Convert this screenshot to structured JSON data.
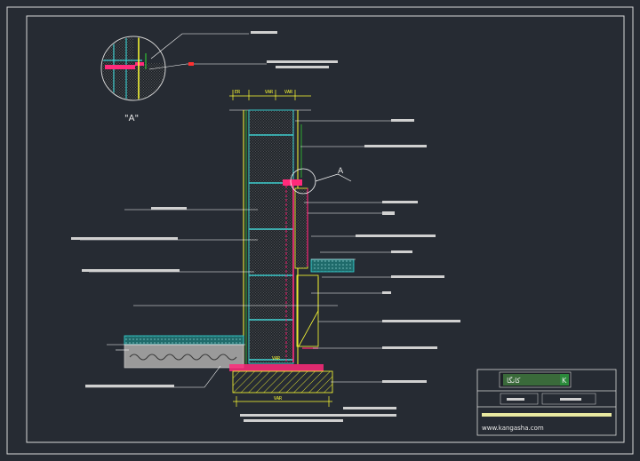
{
  "drawing": {
    "detail_tag": "\"A\"",
    "section_marker": "A",
    "dimensions": {
      "top_left": "ER",
      "top_mid": "VAR",
      "top_right": "VAR",
      "bottom": "VAR"
    }
  },
  "title_block": {
    "logo_text": "کانگا",
    "logo_k": "K",
    "row1_left": "",
    "row1_right": "",
    "row2_left": "",
    "row2_right": "",
    "website": "www.kangasha.com"
  },
  "colors": {
    "background": "#262b33",
    "frame": "#d8d8d8",
    "leader": "#ffffff",
    "wall_grid": "#3fd0d0",
    "steel": "#ffff33",
    "seal": "#ff2a7a",
    "concrete": "#9a9a9a",
    "floor_slab": "#33d6d6"
  }
}
